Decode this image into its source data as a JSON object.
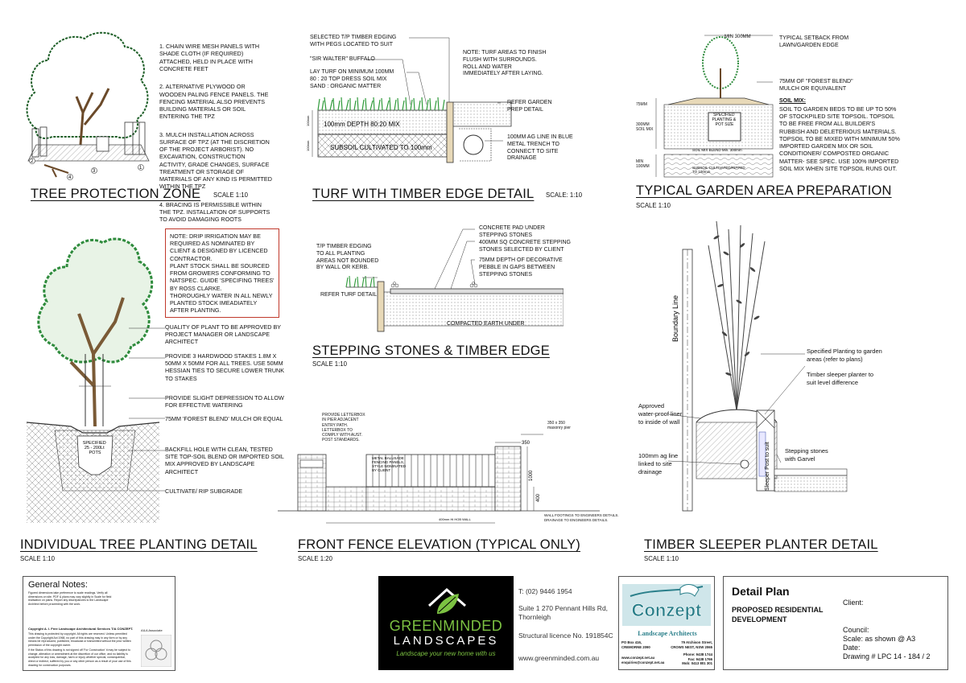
{
  "tree_protection": {
    "title": "TREE PROTECTION ZONE",
    "scale": "SCALE 1:10",
    "notes": [
      "1. CHAIN WIRE MESH PANELS WITH SHADE CLOTH (IF REQUIRED) ATTACHED, HELD IN PLACE WITH CONCRETE FEET",
      "2. ALTERNATIVE PLYWOOD OR WOODEN PALING FENCE PANELS. THE FENCING MATERIAL ALSO PREVENTS BUILDING MATERIALS OR SOIL ENTERING THE TPZ",
      "3. MULCH INSTALLATION ACROSS SURFACE OF TPZ (AT THE DISCRETION OF THE PROJECT ARBORIST). NO EXCAVATION, CONSTRUCTION ACTIVITY, GRADE CHANGES, SURFACE TREATMENT OR STORAGE OF MATERIALS OF ANY KIND IS PERMITTED WITHIN THE TPZ",
      "4. BRACING IS PERMISSIBLE WITHIN THE TPZ. INSTALLATION OF SUPPORTS TO AVOID DAMAGING ROOTS"
    ],
    "callouts": [
      "1",
      "2",
      "3",
      "4"
    ]
  },
  "turf": {
    "title": "TURF WITH TIMBER EDGE DETAIL",
    "scale": "SCALE: 1:10",
    "label_edging": "SELECTED T/P TIMBER EDGING\nWITH PEGS LOCATED TO SUIT",
    "label_buffalo": "\"SIR WALTER\" BUFFALO",
    "label_lay": "LAY TURF ON MINIMUM 100mm\n80 : 20 TOP DRESS SOIL MIX\nSAND : ORGANIC MATTER",
    "note": "NOTE: TURF AREAS TO FINISH\nFLUSH WITH SURROUNDS.\nROLL AND WATER\nIMMEDIATELY AFTER LAYING.",
    "label_refer": "REFER GARDEN\nPREP DETAIL",
    "label_agline": "100mm AG LINE IN BLUE\nMETAL TRENCH TO\nCONNECT TO SITE\nDRAINAGE",
    "layer_mix": "100mm DEPTH 80:20 MIX",
    "layer_subsoil": "SUBSOIL CULTIVATED TO 100mm",
    "dim_a": "100mm",
    "dim_b": "100mm"
  },
  "garden": {
    "title": "TYPICAL GARDEN AREA PREPARATION",
    "scale": "SCALE 1:10",
    "min300": "MIN 300mm",
    "setback": "TYPICAL SETBACK FROM\nLAWN/GARDEN EDGE",
    "mulch": "75mm OF \"FOREST BLEND\"\nMULCH OR EQUIVALENT",
    "soil_heading": "SOIL MIX:",
    "soil_text": "SOIL TO GARDEN BEDS TO BE UP TO 50% OF STOCKPILED SITE TOPSOIL. TOPSOIL TO BE FREE FROM ALL BUILDER'S RUBBISH AND DELETERIOUS MATERIALS. TOPSOIL TO BE MIXED WITH MINIMUM 50% IMPORTED GARDEN MIX OR SOIL CONDITIONER/ COMPOSTED ORGANIC MATTER- SEE SPEC. USE 100% IMPORTED SOIL MIX WHEN SITE TOPSOIL RUNS OUT.",
    "dim_75": "75mm",
    "dim_300": "300mm\nSOIL MIX",
    "dim_min100": "MIN\n100mm",
    "pot": "SPECIFIED\nPLANTING &\nPOT SIZE",
    "blend": "SOIL MIX BLEND Min. 300mm",
    "subsoil": "SUBSOIL CULTIVATED/RIPPED\nTO 100mm"
  },
  "tree_planting": {
    "title": "INDIVIDUAL TREE PLANTING DETAIL",
    "scale": "SCALE 1:10",
    "note": "NOTE: DRIP IRRIGATION MAY BE REQUIRED AS NOMINATED BY CLIENT & DESIGNED BY LICENCED CONTRACTOR.\nPLANT STOCK SHALL BE SOURCED FROM GROWERS CONFORMING TO NATSPEC. GUIDE 'SPECIFING TREES' BY ROSS CLARKE.\nTHOROUGHLY WATER IN ALL NEWLY PLANTED STOCK IMEADIATELY AFTER PLANTING.",
    "labels": [
      "QUALITY OF PLANT TO BE APPROVED BY PROJECT MANAGER OR LANDSCAPE ARCHITECT",
      "PROVIDE 3 HARDWOOD STAKES 1.8m X 50mm X 50mm FOR ALL TREES. USE 50mm HESSIAN TIES TO SECURE LOWER TRUNK TO STAKES",
      "PROVIDE SLIGHT DEPRESSION TO ALLOW FOR EFFECTIVE WATERING",
      "75mm 'FOREST BLEND' MULCH OR EQUAL",
      "BACKFILL HOLE WITH CLEAN, TESTED SITE TOP-SOIL BLEND OR IMPORTED SOIL MIX APPROVED BY LANDSCAPE ARCHITECT",
      "CULTIVATE/ RIP SUBGRADE"
    ],
    "pot": "SPECIFIED\n25 - 200Lt\nPOTS"
  },
  "stepping": {
    "title": "STEPPING STONES & TIMBER EDGE",
    "scale": "SCALE 1:10",
    "edging": "T/P TIMBER EDGING\nTO ALL PLANTING\nAREAS NOT BOUNDED\nBY WALL OR KERB.",
    "pad": "CONCRETE PAD UNDER\nSTEPPING STONES",
    "stones": "400mm SQ CONCRETE STEPPING\nSTONES SELECTED BY CLIENT",
    "pebble": "75mm DEPTH OF DECORATIVE\nPEBBLE IN GAPS BETWEEN\nSTEPPING STONES",
    "refer": "REFER TURF DETAIL",
    "earth": "COMPACTED EARTH UNDER"
  },
  "fence": {
    "title": "FRONT FENCE ELEVATION (TYPICAL ONLY)",
    "scale": "SCALE 1:20",
    "letterbox": "PROVIDE LETTERBOX\nIN PIER ADJACENT\nENTRY PATH.\nLETTERBOX TO\nCOMPLY WITH AUST.\nPOST STANDARDS.",
    "pier": "350 x 350\nmasonry pier",
    "dim_350": "350",
    "dim_1000": "1000",
    "dim_400": "400",
    "balustrade": "METAL BALUSADE\nFENCING PANELS,\nSTYLE NOMINATED\nBY CLIENT",
    "hob": "400mm Hi HOB WALL",
    "footings": "WALL FOOTINGS TO ENGINEERS DETAILS.\nDRAINAGE TO ENGINEERS DETAILS."
  },
  "sleeper": {
    "title": "TIMBER SLEEPER PLANTER DETAIL",
    "scale": "SCALE 1:10",
    "boundary": "Boundary Line",
    "planting": "Specified Planting to garden\nareas (refer to plans)",
    "planter": "Timber sleeper planter to\nsuit level difference",
    "liner": "Approved\nwater-proof liner\nto inside of wall",
    "agline": "100mm ag line\nlinked to site\ndrainage",
    "stones": "Stepping stones\nwith Garvel",
    "post": "Sleeper Post to suit"
  },
  "general_notes": {
    "heading": "General Notes:",
    "line1": "Figured dimensions take preference to scale readings. Verify all dimensions on site. PDF & plans may vary slightly in Scale for field realisation on plans. Report any discrepancies to the Landscape Architect before proceeding with the work.",
    "copyright": "Copyright A. I. Free Landscape Architectural Services T/A CONZEPT.",
    "line2": "This drawing is protected by copyright. All rights are reserved. Unless permitted under the Copyright Act 1968, no part of this drawing may in any form or by any means be reproduced, published, broadcast or transmitted without the prior written permission of the copyright owner.",
    "line3": "If the Status of this drawing is not signed off 'For Construction' it may be subject to change, alteration or amendment at the discretion of our office, and no liability is accepted for any loss, damage, harm or injury whether special, consequential, direct or indirect, suffered by you or any other person as a result of your use of this drawing for construction purposes.",
    "aila": "AILA Associate"
  },
  "greenminded": {
    "line1": "GREENMINDED",
    "line2": "LANDSCAPES",
    "tagline": "Landscape your new home with us",
    "phone": "T: (02) 9446 1954",
    "address": "Suite 1 270 Pennant Hills Rd,\nThornleigh",
    "licence": "Structural licence No. 191854C",
    "web": "www.greenminded.com.au"
  },
  "conzept": {
    "name": "Conzept",
    "subtitle": "Landscape Architects",
    "pobox": "PO Box 416,\nCREMORNE 2090",
    "street": "79 Atchison Street,\nCROWS NEST, NSW 2065",
    "web": "www.conzept.net.au\nenquiries@conzept.net.au",
    "phone": "Phone: 9438 1744\nFax: 9438 1766\nMob: 0413 801 301"
  },
  "title_block": {
    "heading": "Detail Plan",
    "project": "PROPOSED RESIDENTIAL\nDEVELOPMENT",
    "client": "Client:",
    "council": "Council:",
    "scale": "Scale: as shown @ A3",
    "date": "Date:",
    "drawing": "Drawing # LPC 14 - 184 / 2"
  },
  "colors": {
    "foliage": "#2e8b3c",
    "foliage_dark": "#1d5e27",
    "turf": "#2f9a3a",
    "note_border": "#c0392b",
    "hatch": "#555555",
    "green_brand": "#7cc242",
    "teal": "#2a7f8a"
  }
}
